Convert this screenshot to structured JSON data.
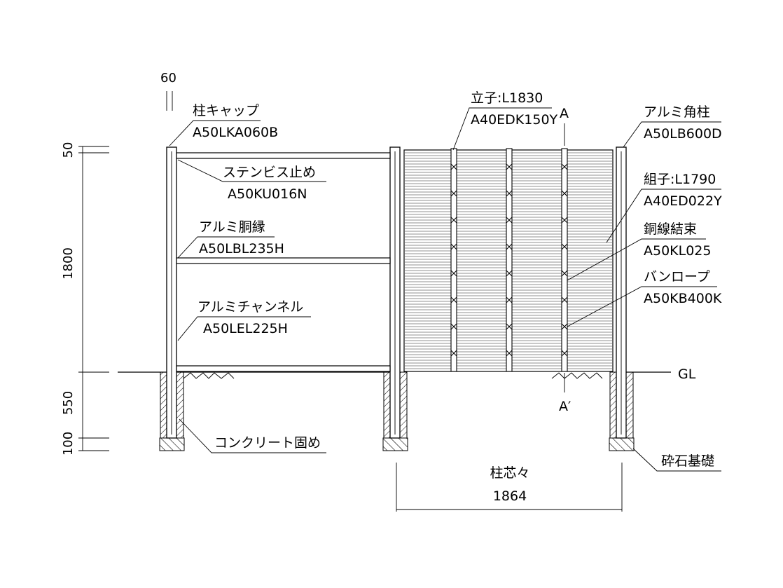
{
  "labels": {
    "post_cap_name": "柱キャップ",
    "post_cap_code": "A50LKA060B",
    "stainless_stop_name": "ステンビス止め",
    "stainless_stop_code": "A50KU016N",
    "aluminum_rail_name": "アルミ胴縁",
    "aluminum_rail_code": "A50LBL235H",
    "aluminum_channel_name": "アルミチャンネル",
    "aluminum_channel_code": "A50LEL225H",
    "concrete_name": "コンクリート固め",
    "upright_name": "立子:L1830",
    "upright_code": "A40EDK150Y",
    "square_post_name": "アルミ角柱",
    "square_post_code": "A50LB600D",
    "kumiko_name": "組子:L1790",
    "kumiko_code": "A40ED022Y",
    "wire_tie_name": "銅線結束",
    "wire_tie_code": "A50KL025",
    "ban_rope_name": "バンロープ",
    "ban_rope_code": "A50KB400K",
    "gravel_name": "砕石基礎",
    "section_a": "A",
    "section_a_prime": "A′",
    "ground_level": "GL"
  },
  "dimensions": {
    "post_width": "60",
    "cap_height": "50",
    "fence_height": "1800",
    "embed_depth": "550",
    "base_depth": "100",
    "post_center_label": "柱芯々",
    "post_center_value": "1864"
  }
}
